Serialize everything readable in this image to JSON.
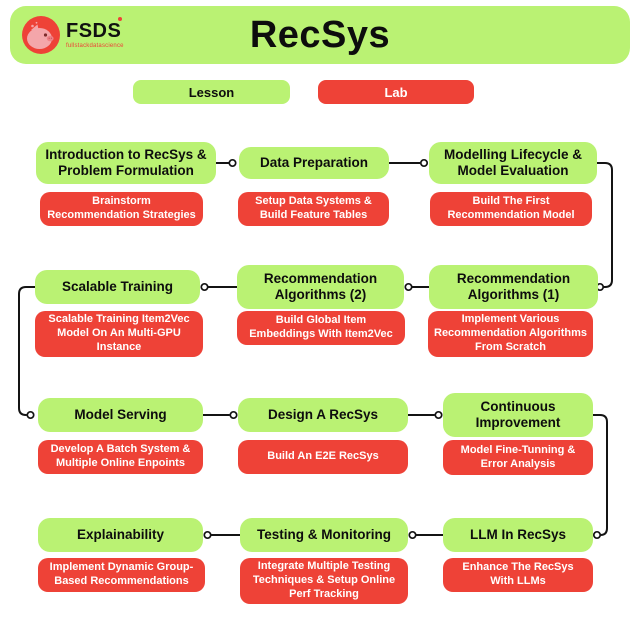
{
  "header": {
    "title": "RecSys",
    "logo": {
      "abbr": "FSDS",
      "subtitle": "fullstackdatascience"
    }
  },
  "legend": {
    "lesson_label": "Lesson",
    "lab_label": "Lab"
  },
  "colors": {
    "lesson_green": "#baf273",
    "lab_red": "#ee4237",
    "connector_black": "#141414",
    "lesson_text": "#0d0d0d",
    "lab_text": "#ffffff"
  },
  "modules": [
    {
      "lesson": "Introduction to RecSys & Problem Formulation",
      "lab": "Brainstorm Recommendation Strategies"
    },
    {
      "lesson": "Data Preparation",
      "lab": "Setup Data Systems & Build Feature Tables"
    },
    {
      "lesson": "Modelling Lifecycle & Model Evaluation",
      "lab": "Build The First Recommendation Model"
    },
    {
      "lesson": "Scalable Training",
      "lab": "Scalable Training Item2Vec Model On An Multi-GPU Instance"
    },
    {
      "lesson": "Recommendation Algorithms (2)",
      "lab": "Build Global Item Embeddings With Item2Vec"
    },
    {
      "lesson": "Recommendation Algorithms (1)",
      "lab": "Implement Various Recommendation Algorithms From Scratch"
    },
    {
      "lesson": "Model Serving",
      "lab": "Develop A Batch System & Multiple Online Enpoints"
    },
    {
      "lesson": "Design A RecSys",
      "lab": "Build An E2E RecSys"
    },
    {
      "lesson": "Continuous Improvement",
      "lab": "Model Fine-Tunning & Error Analysis"
    },
    {
      "lesson": "Explainability",
      "lab": "Implement Dynamic Group-Based Recommendations"
    },
    {
      "lesson": "Testing & Monitoring",
      "lab": "Integrate Multiple Testing Techniques & Setup Online Perf Tracking"
    },
    {
      "lesson": "LLM In RecSys",
      "lab": "Enhance The RecSys With LLMs"
    }
  ],
  "edges": [
    {
      "from": 0,
      "to": 1
    },
    {
      "from": 1,
      "to": 2
    },
    {
      "from": 2,
      "to": 5
    },
    {
      "from": 5,
      "to": 4
    },
    {
      "from": 4,
      "to": 3
    },
    {
      "from": 3,
      "to": 6
    },
    {
      "from": 6,
      "to": 7
    },
    {
      "from": 7,
      "to": 8
    },
    {
      "from": 8,
      "to": 11
    },
    {
      "from": 11,
      "to": 10
    },
    {
      "from": 10,
      "to": 9
    }
  ]
}
